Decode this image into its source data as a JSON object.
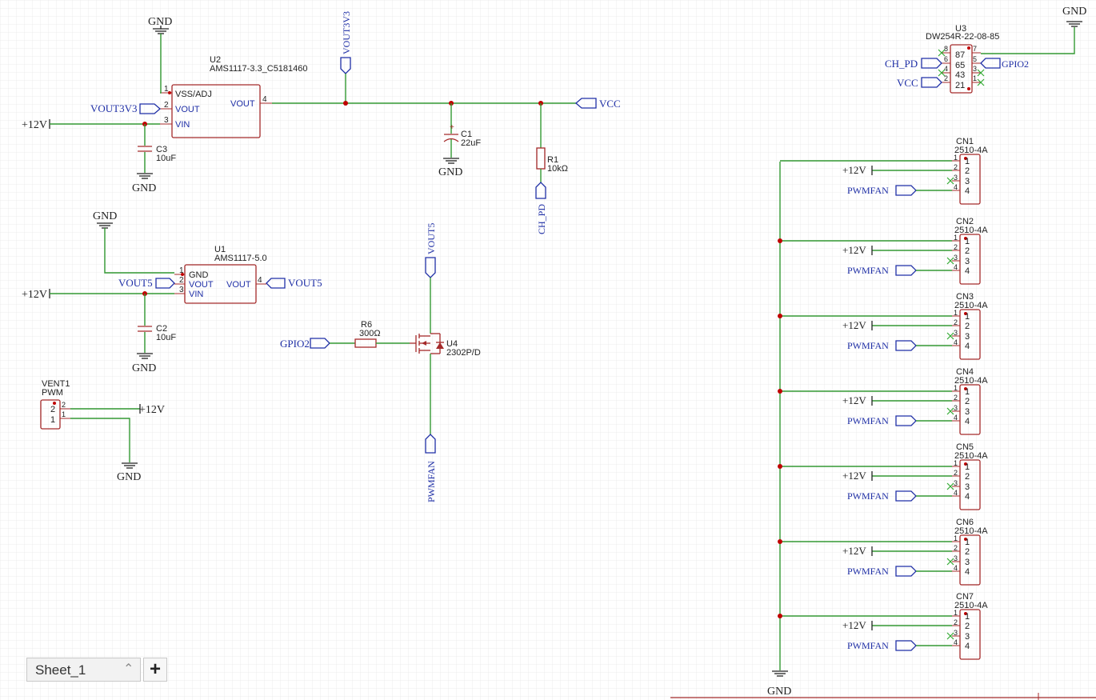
{
  "sheet": {
    "tab_label": "Sheet_1",
    "add_label": "+",
    "chevron": "^"
  },
  "u2": {
    "ref": "U2",
    "value": "AMS1117-3.3_C5181460",
    "pins": {
      "p1": "VSS/ADJ",
      "p2": "VOUT",
      "p3": "VIN",
      "p4": "VOUT"
    },
    "nums": [
      "1",
      "2",
      "3",
      "4"
    ]
  },
  "u1": {
    "ref": "U1",
    "value": "AMS1117-5.0",
    "pins": {
      "p1": "GND",
      "p2": "VOUT",
      "p3": "VIN",
      "p4": "VOUT"
    },
    "nums": [
      "1",
      "2",
      "3",
      "4"
    ]
  },
  "c1": {
    "ref": "C1",
    "value": "22uF"
  },
  "c2": {
    "ref": "C2",
    "value": "10uF"
  },
  "c3": {
    "ref": "C3",
    "value": "10uF"
  },
  "r1": {
    "ref": "R1",
    "value": "10kΩ"
  },
  "r6": {
    "ref": "R6",
    "value": "300Ω"
  },
  "u4": {
    "ref": "U4",
    "value": "2302P/D"
  },
  "vent1": {
    "ref": "VENT1",
    "value": "PWM",
    "nums": [
      "2",
      "1"
    ]
  },
  "u3": {
    "ref": "U3",
    "value": "DW254R-22-08-85",
    "left_nums": [
      "8",
      "6",
      "4",
      "2"
    ],
    "right_nums": [
      "7",
      "5",
      "3",
      "1"
    ],
    "inner": [
      "87",
      "65",
      "43",
      "21"
    ]
  },
  "nets": {
    "gnd": "GND",
    "p12v": "+12V",
    "vout3v3": "VOUT3V3",
    "vout5": "VOUT5",
    "vcc": "VCC",
    "ch_pd": "CH_PD",
    "gpio2": "GPIO2",
    "pwmfan": "PWMFAN"
  },
  "connectors": [
    {
      "ref": "CN1",
      "value": "2510-4A"
    },
    {
      "ref": "CN2",
      "value": "2510-4A"
    },
    {
      "ref": "CN3",
      "value": "2510-4A"
    },
    {
      "ref": "CN4",
      "value": "2510-4A"
    },
    {
      "ref": "CN5",
      "value": "2510-4A"
    },
    {
      "ref": "CN6",
      "value": "2510-4A"
    },
    {
      "ref": "CN7",
      "value": "2510-4A"
    }
  ],
  "cn_pins": [
    "1",
    "2",
    "3",
    "4"
  ],
  "colors": {
    "wire": "#339933",
    "component": "#a52a2a",
    "net_label": "#1f2fa6",
    "junction": "#c00000"
  }
}
